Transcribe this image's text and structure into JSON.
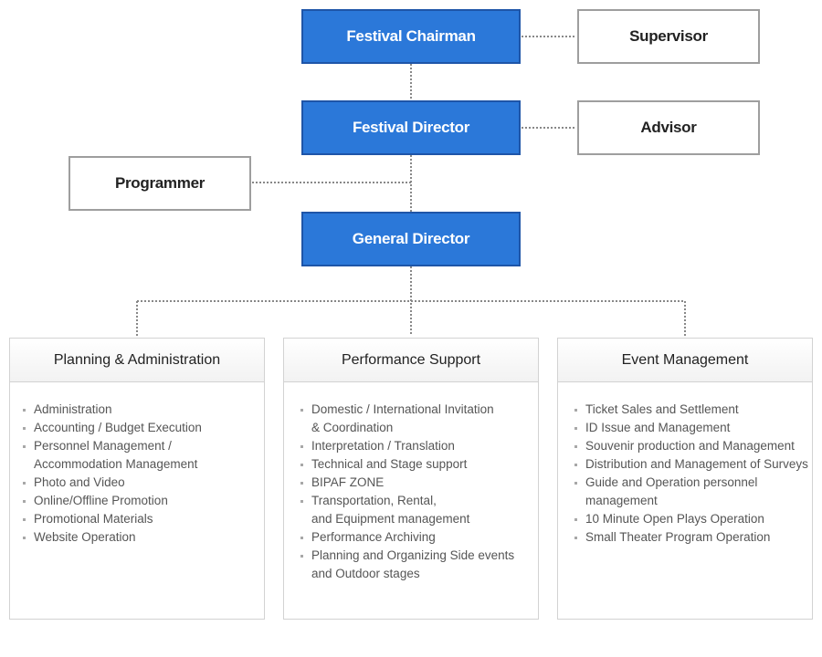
{
  "chart": {
    "chairman": "Festival Chairman",
    "supervisor": "Supervisor",
    "director": "Festival Director",
    "advisor": "Advisor",
    "programmer": "Programmer",
    "general_director": "General Director"
  },
  "departments": [
    {
      "title": "Planning & Administration",
      "items": [
        [
          "Administration"
        ],
        [
          "Accounting / Budget Execution"
        ],
        [
          "Personnel Management /",
          "Accommodation Management"
        ],
        [
          "Photo and Video"
        ],
        [
          "Online/Offline Promotion"
        ],
        [
          "Promotional Materials"
        ],
        [
          "Website Operation"
        ]
      ]
    },
    {
      "title": "Performance Support",
      "items": [
        [
          "Domestic / International Invitation",
          "& Coordination"
        ],
        [
          "Interpretation / Translation"
        ],
        [
          "Technical and Stage support"
        ],
        [
          "BIPAF ZONE"
        ],
        [
          "Transportation, Rental,",
          "and Equipment management"
        ],
        [
          "Performance Archiving"
        ],
        [
          "Planning and Organizing Side events",
          "and Outdoor stages"
        ]
      ]
    },
    {
      "title": "Event Management",
      "items": [
        [
          "Ticket Sales and Settlement"
        ],
        [
          "ID Issue and Management"
        ],
        [
          "Souvenir production and Management"
        ],
        [
          "Distribution and Management of Surveys"
        ],
        [
          "Guide and Operation personnel",
          "management"
        ],
        [
          "10 Minute Open Plays Operation"
        ],
        [
          "Small Theater Program Operation"
        ]
      ]
    }
  ],
  "colors": {
    "primary_box": "#2b78d9",
    "primary_border": "#1e55a8",
    "secondary_border": "#9e9e9e",
    "connector": "#888888"
  }
}
